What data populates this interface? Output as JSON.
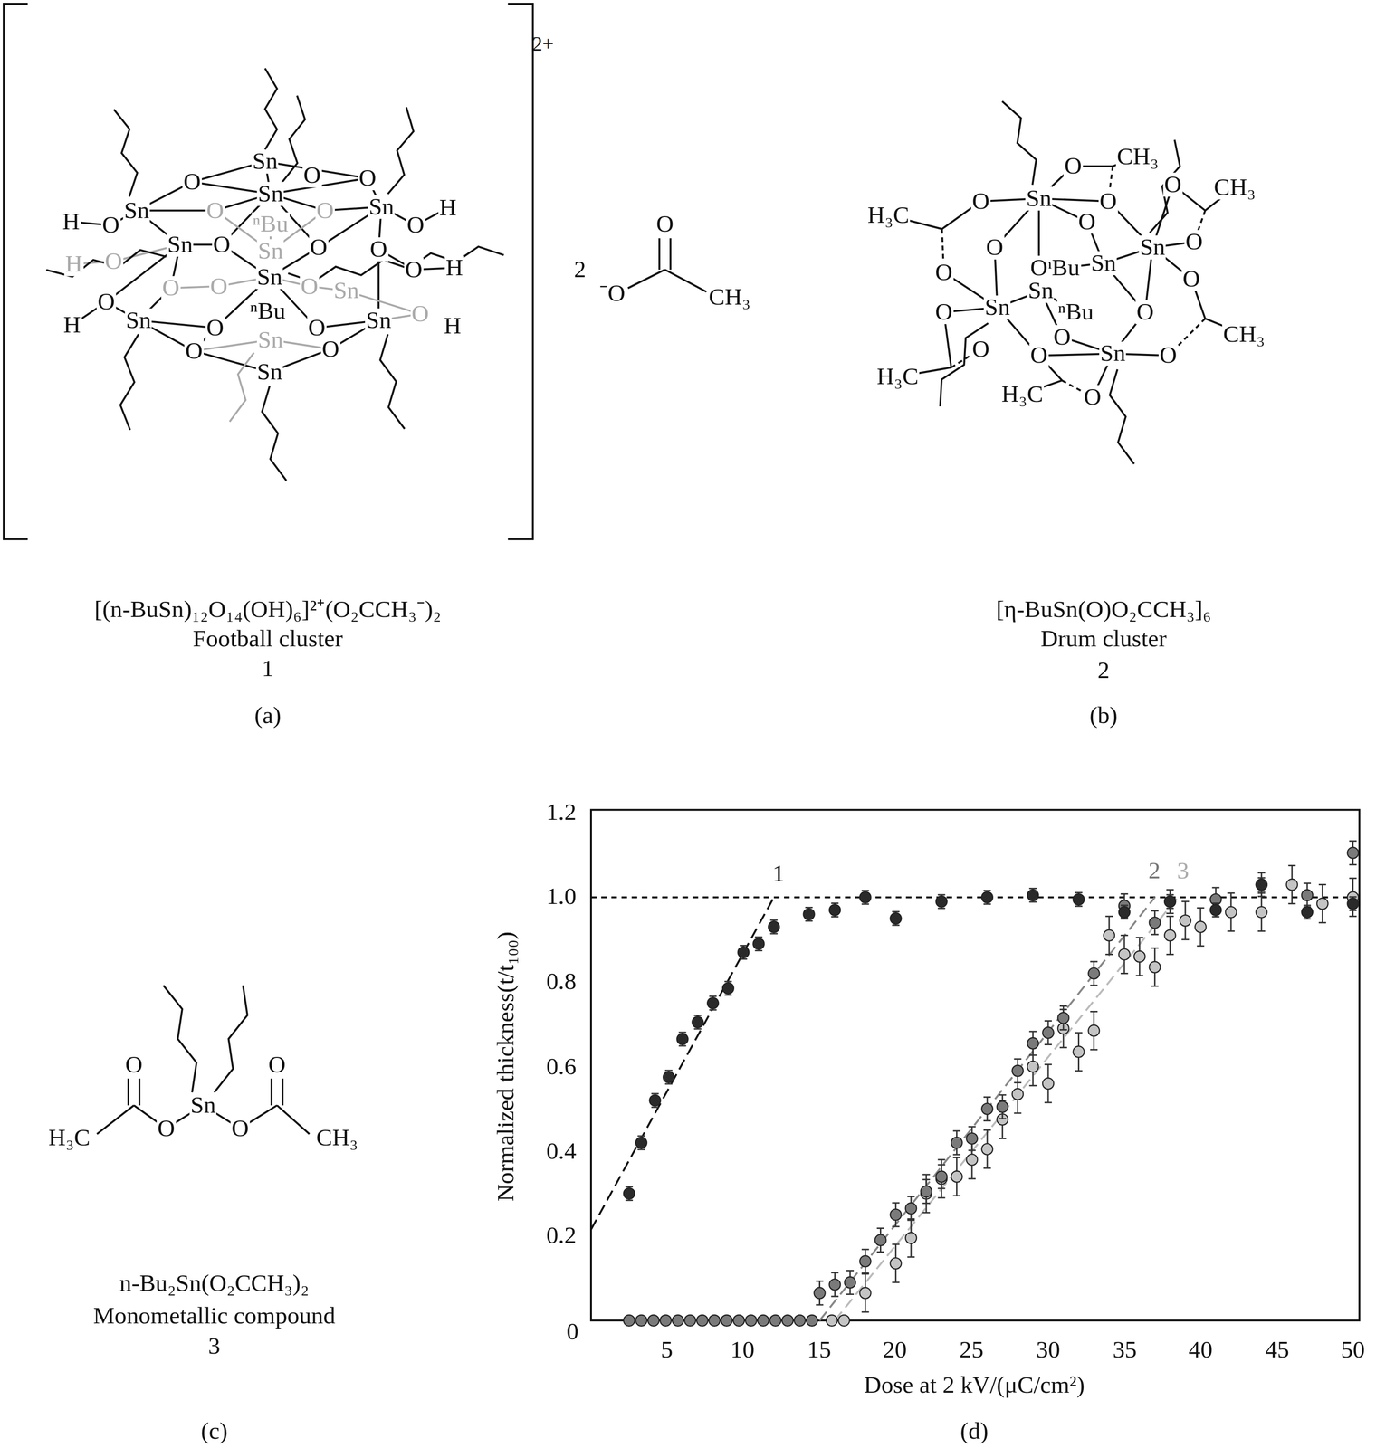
{
  "diagram": {
    "labels": [
      "2+",
      "Sn",
      "O",
      "O",
      "Sn",
      "O",
      "Sn",
      "Sn",
      "O",
      "O",
      "H",
      "O",
      "O",
      "H",
      "ⁿBu",
      "Sn",
      "O",
      "O",
      "Sn",
      "O",
      "H",
      "O",
      "O",
      "H",
      "O",
      "Sn",
      "O",
      "O",
      "Sn",
      "H",
      "O",
      "Sn",
      "O",
      "ⁿBu",
      "O",
      "Sn",
      "O",
      "H",
      "Sn",
      "O",
      "O",
      "Sn",
      "2",
      "⁻O",
      "O",
      "CH₃",
      "[(n-BuSn)₁₂O₁₄(OH)₆]²⁺(O₂CCH₃⁻)₂",
      "Football cluster",
      "1",
      "(a)",
      "O",
      "Sn",
      "O",
      "CH₃",
      "H₃C",
      "O",
      "O",
      "CH₃",
      "O",
      "O",
      "Sn",
      "O",
      "ⁿBu",
      "Sn",
      "O",
      "O",
      "O",
      "Sn",
      "Sn",
      "ⁿBu",
      "O",
      "O",
      "O",
      "O",
      "CH₃",
      "O",
      "Sn",
      "O",
      "H₃C",
      "H₃C",
      "O",
      "[η-BuSn(O)O₂CCH₃]₆",
      "Drum cluster",
      "2",
      "(b)",
      "O",
      "O",
      "Sn",
      "O",
      "O",
      "H₃C",
      "CH₃",
      "n-Bu₂Sn(O₂CCH₃)₂",
      "Monometallic compound",
      "3",
      "(c)",
      "1.2",
      "1.0",
      "0.8",
      "0.6",
      "0.4",
      "0.2",
      "0",
      "5",
      "10",
      "15",
      "20",
      "25",
      "30",
      "35",
      "40",
      "45",
      "50",
      "Normalized thickness(t/t₁₀₀)",
      "Dose at 2 kV/(μC/cm²)",
      "1",
      "2",
      "3",
      "(d)"
    ]
  }
}
